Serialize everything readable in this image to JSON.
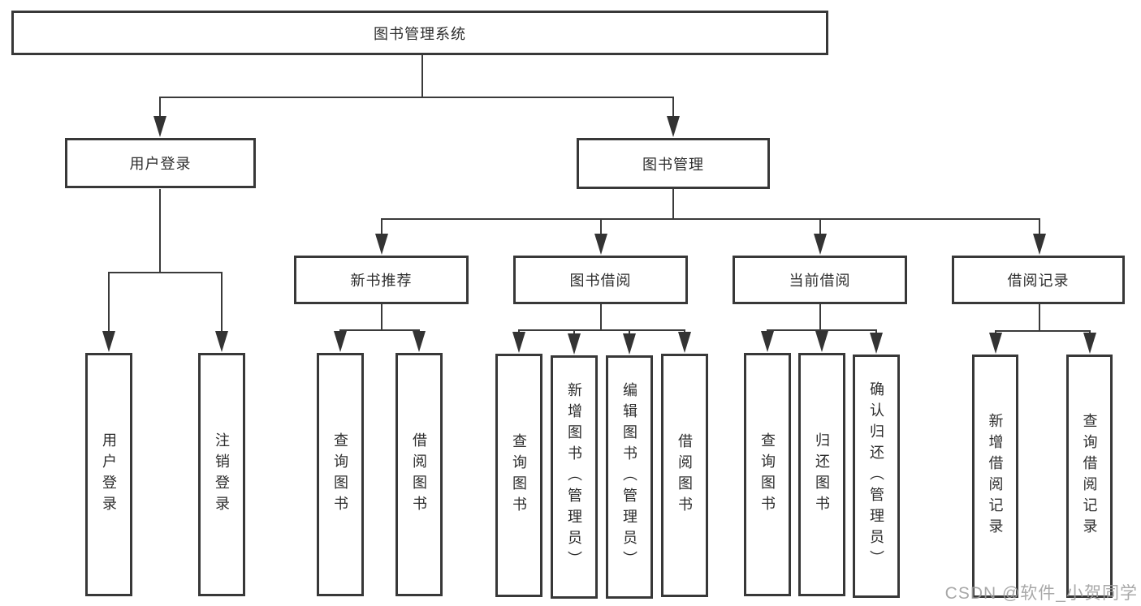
{
  "tree": {
    "root": "图书管理系统",
    "level2": [
      {
        "label": "用户登录",
        "leaves": [
          "用户登录",
          "注销登录"
        ]
      },
      {
        "label": "图书管理",
        "groups": [
          {
            "label": "新书推荐",
            "leaves": [
              "查询图书",
              "借阅图书"
            ]
          },
          {
            "label": "图书借阅",
            "leaves": [
              "查询图书",
              "新增图书（管理员）",
              "编辑图书（管理员）",
              "借阅图书"
            ]
          },
          {
            "label": "当前借阅",
            "leaves": [
              "查询图书",
              "归还图书",
              "确认归还（管理员）"
            ]
          },
          {
            "label": "借阅记录",
            "leaves": [
              "新增借阅记录",
              "查询借阅记录"
            ]
          }
        ]
      }
    ]
  },
  "watermark": "CSDN @软件_小贺同学",
  "colors": {
    "line": "#3a3a3a",
    "box_border": "#383838",
    "text": "#2d2d2d",
    "watermark": "#9e9e9e",
    "background": "#ffffff"
  }
}
